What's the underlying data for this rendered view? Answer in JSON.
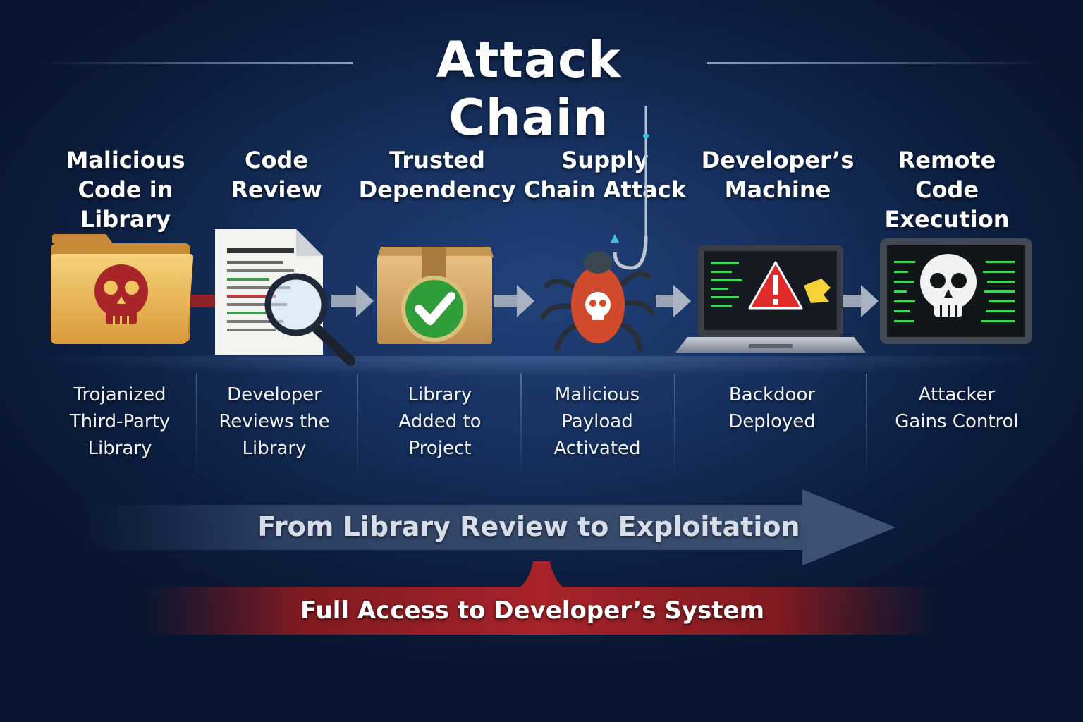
{
  "title": "Attack Chain",
  "stages": [
    {
      "title_lines": [
        "Malicious",
        "Code in Library"
      ],
      "desc_lines": [
        "Trojanized",
        "Third-Party",
        "Library"
      ]
    },
    {
      "title_lines": [
        "Code",
        "Review"
      ],
      "desc_lines": [
        "Developer",
        "Reviews the",
        "Library"
      ]
    },
    {
      "title_lines": [
        "Trusted",
        "Dependency"
      ],
      "desc_lines": [
        "Library",
        "Added to",
        "Project"
      ]
    },
    {
      "title_lines": [
        "Supply",
        "Chain Attack"
      ],
      "desc_lines": [
        "Malicious",
        "Payload",
        "Activated"
      ]
    },
    {
      "title_lines": [
        "Developer’s",
        "Machine"
      ],
      "desc_lines": [
        "Backdoor",
        "Deployed"
      ]
    },
    {
      "title_lines": [
        "Remote",
        "Code Execution"
      ],
      "desc_lines": [
        "Attacker",
        "Gains Control"
      ]
    }
  ],
  "banner": "From Library Review to Exploitation",
  "result": "Full Access to Developer’s System",
  "colors": {
    "background": "#16305e",
    "danger_red": "#c0262b",
    "check_green": "#2f9e3a",
    "terminal_green": "#3fd45a",
    "folder_yellow": "#f1c15d",
    "box_tan": "#d9ac6a"
  },
  "icons": [
    "skull-folder-icon",
    "document-magnifier-icon",
    "checked-box-icon",
    "hooked-bug-icon",
    "warning-laptop-icon",
    "skull-monitor-icon"
  ]
}
